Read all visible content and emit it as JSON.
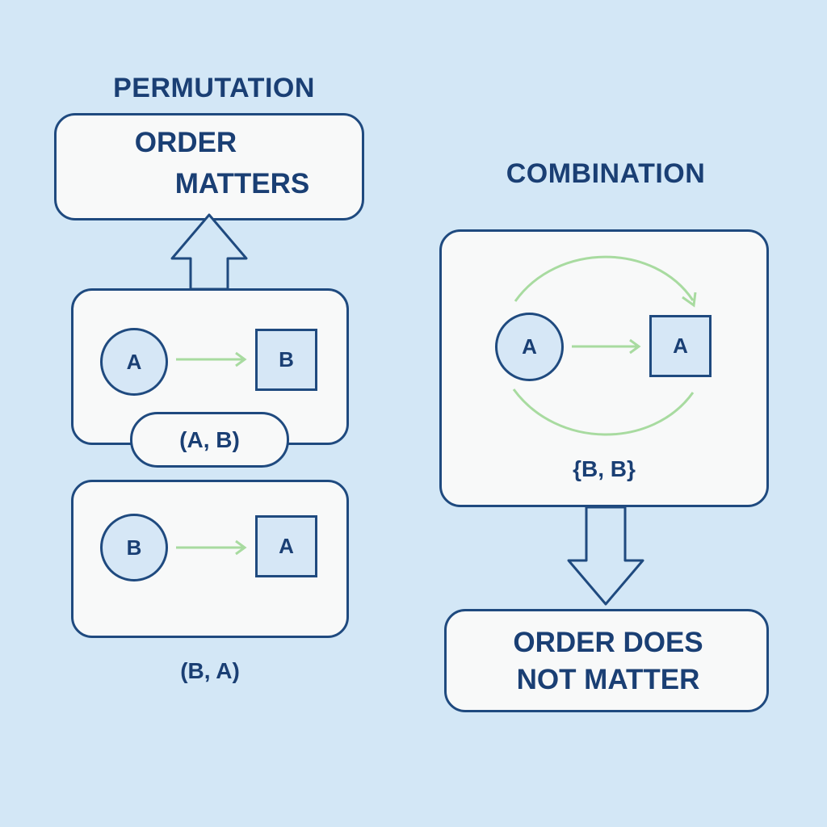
{
  "permutation": {
    "heading": "PERMUTATION",
    "result_box": {
      "line1": "ORDER",
      "line2": "MATTERS"
    },
    "example_1": {
      "from": "A",
      "to": "B",
      "tuple": "(A, B)"
    },
    "example_2": {
      "from": "B",
      "to": "A",
      "tuple": "(B, A)"
    }
  },
  "combination": {
    "heading": "COMBINATION",
    "example": {
      "from": "A",
      "to": "A",
      "set": "{B, B}"
    },
    "result_box": {
      "line1": "ORDER DOES",
      "line2": "NOT MATTER"
    }
  },
  "colors": {
    "background": "#d3e7f6",
    "outline": "#1f4a7f",
    "text": "#1a3f74",
    "arrow_green": "#a8dba0",
    "card_fill": "#f8f9f9",
    "node_fill": "#d6e7f6"
  }
}
